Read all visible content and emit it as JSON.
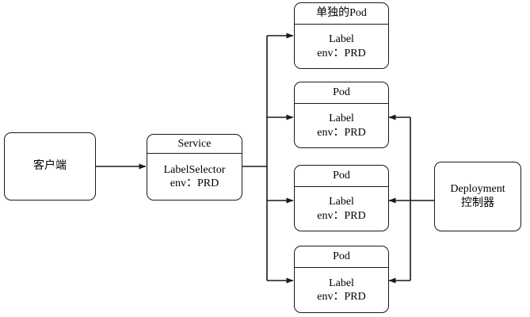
{
  "diagram": {
    "title": "Kubernetes Service LabelSelector to Pods",
    "colors": {
      "stroke": "#1a1a1a",
      "background": "#ffffff",
      "text": "#000000"
    },
    "nodes": {
      "client": {
        "label": "客户端"
      },
      "service": {
        "title": "Service",
        "body_line1": "LabelSelector",
        "body_line2": "env：PRD"
      },
      "standalone_pod": {
        "title": "单独的Pod",
        "body_line1": "Label",
        "body_line2": "env：PRD"
      },
      "pod1": {
        "title": "Pod",
        "body_line1": "Label",
        "body_line2": "env：PRD"
      },
      "pod2": {
        "title": "Pod",
        "body_line1": "Label",
        "body_line2": "env：PRD"
      },
      "pod3": {
        "title": "Pod",
        "body_line1": "Label",
        "body_line2": "env：PRD"
      },
      "deployment": {
        "label_en": "Deployment",
        "label_cn": "控制器"
      }
    },
    "edges": [
      {
        "name": "client-to-service",
        "from": "client",
        "to": "service"
      },
      {
        "name": "service-to-standalone-pod",
        "from": "service",
        "to": "standalone_pod"
      },
      {
        "name": "service-to-pod1",
        "from": "service",
        "to": "pod1"
      },
      {
        "name": "service-to-pod2",
        "from": "service",
        "to": "pod2"
      },
      {
        "name": "service-to-pod3",
        "from": "service",
        "to": "pod3"
      },
      {
        "name": "deployment-to-pod1",
        "from": "deployment",
        "to": "pod1"
      },
      {
        "name": "deployment-to-pod2",
        "from": "deployment",
        "to": "pod2"
      },
      {
        "name": "deployment-to-pod3",
        "from": "deployment",
        "to": "pod3"
      }
    ]
  }
}
